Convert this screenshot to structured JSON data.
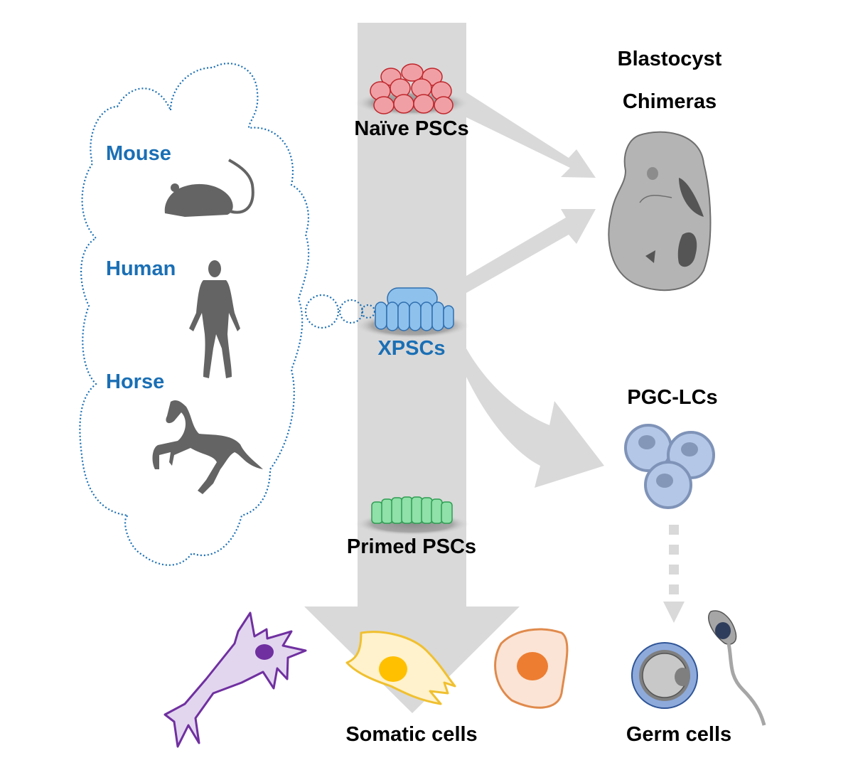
{
  "figure": {
    "species_cloud": {
      "species": [
        {
          "name": "Mouse",
          "icon": "mouse-silhouette-icon"
        },
        {
          "name": "Human",
          "icon": "human-silhouette-icon"
        },
        {
          "name": "Horse",
          "icon": "horse-silhouette-icon"
        }
      ]
    },
    "pluripotency_states": [
      {
        "name": "Naïve PSCs",
        "color": "#e98a8e"
      },
      {
        "name": "XPSCs",
        "color": "#8ec1ec"
      },
      {
        "name": "Primed PSCs",
        "color": "#8fe0a9"
      }
    ],
    "outcomes": {
      "chimeras": {
        "line1": "Blastocyst",
        "line2": "Chimeras"
      },
      "pgclc": "PGC-LCs",
      "germ": "Germ cells",
      "somatic": "Somatic cells"
    },
    "colors": {
      "arrow": "#d9d9d9",
      "cloud_outline": "#1a6fb5",
      "species_label": "#1a6fb5",
      "xpsc_label": "#1a6fb5",
      "silhouette": "#646464",
      "neuron": "#7030a0",
      "epithelial": "#ffc000",
      "fibroblast": "#ed7d31",
      "pgc": "#7f93b8"
    }
  }
}
